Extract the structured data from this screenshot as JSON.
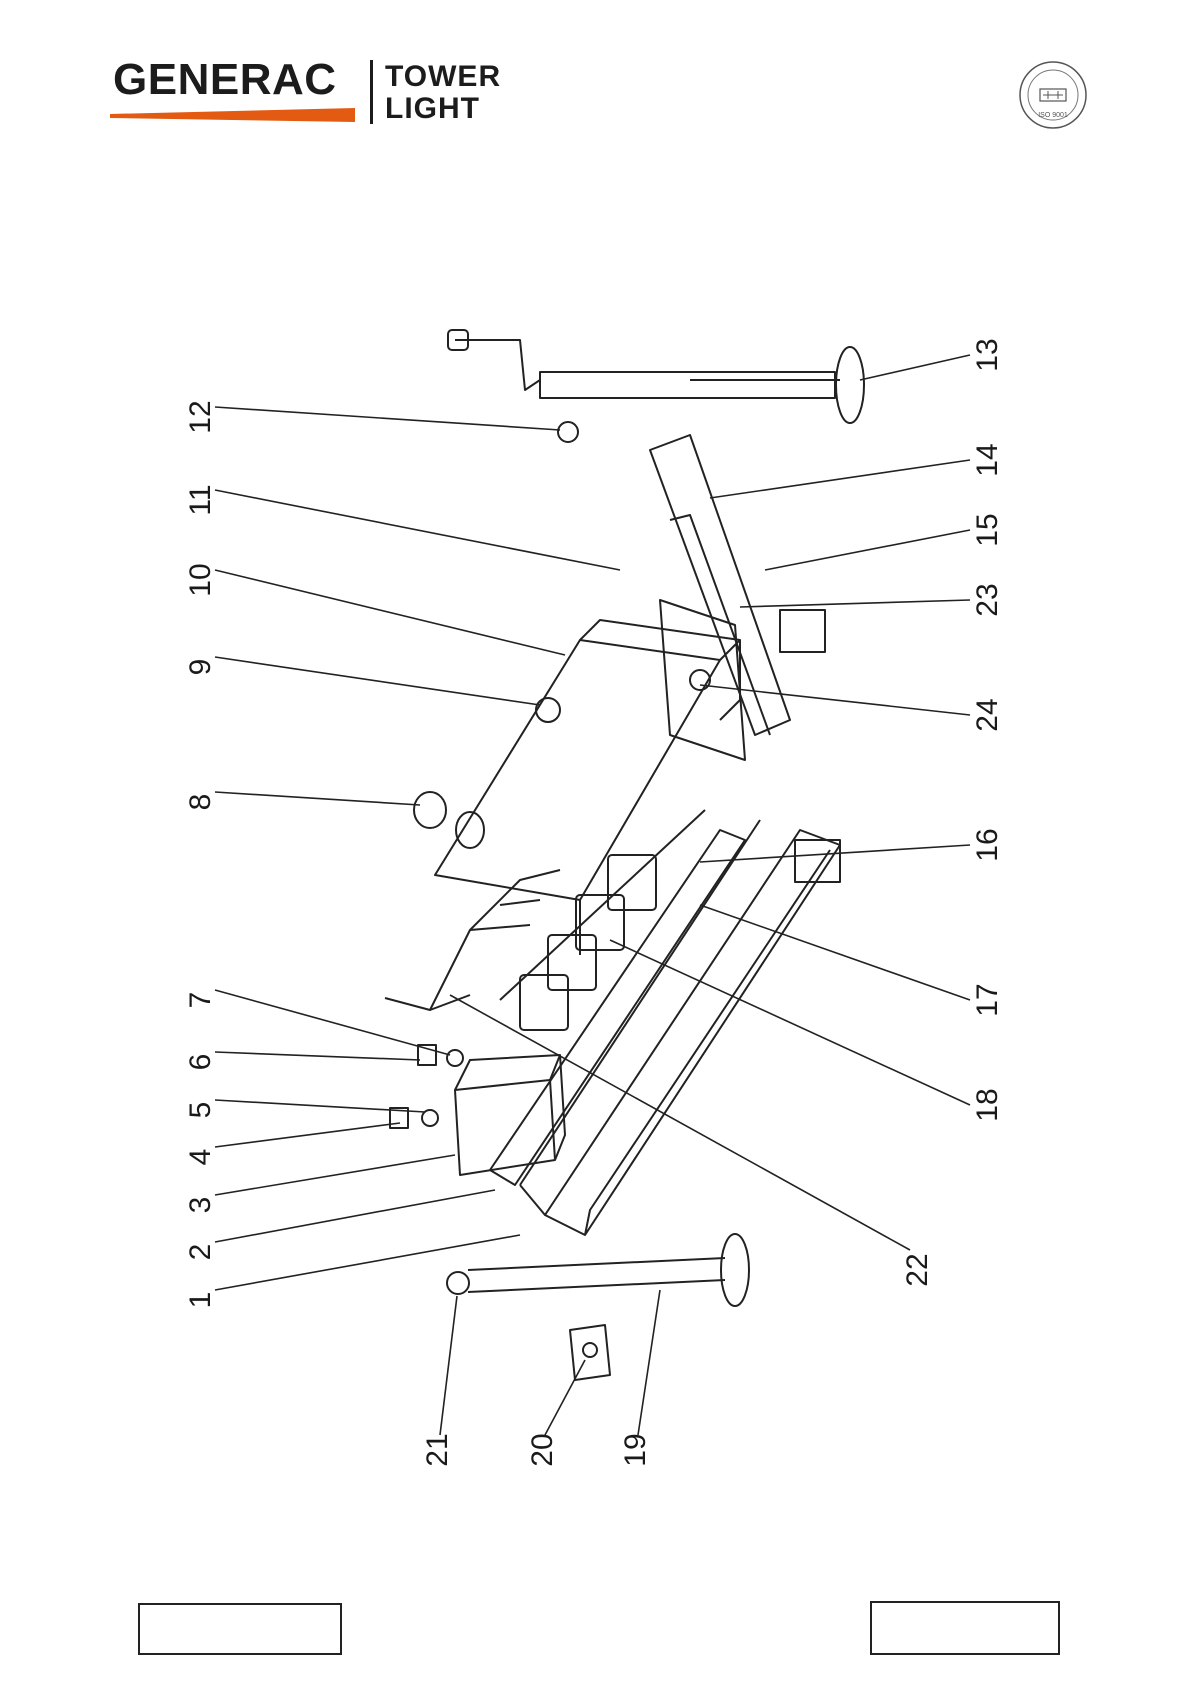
{
  "header": {
    "brand": "GENERAC",
    "product_line1": "TOWER",
    "product_line2": "LIGHT",
    "brand_color": "#e35b13",
    "certification_mark": "ISO 9001"
  },
  "diagram": {
    "callouts": [
      "1",
      "2",
      "3",
      "4",
      "5",
      "6",
      "7",
      "8",
      "9",
      "10",
      "11",
      "12",
      "13",
      "14",
      "15",
      "16",
      "17",
      "18",
      "19",
      "20",
      "21",
      "22",
      "23",
      "24"
    ]
  },
  "footer": {
    "left_box": "",
    "right_box": ""
  }
}
